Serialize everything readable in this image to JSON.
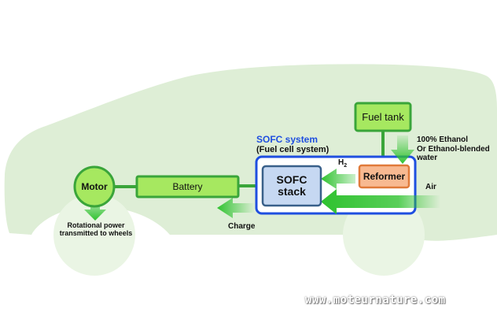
{
  "diagram": {
    "system_title": "SOFC system",
    "system_subtitle": "(Fuel cell system)",
    "fuel_tank": "Fuel tank",
    "reformer": "Reformer",
    "sofc_stack_line1": "SOFC",
    "sofc_stack_line2": "stack",
    "battery": "Battery",
    "motor": "Motor",
    "h2_label": "H",
    "h2_subscript": "2",
    "air_label": "Air",
    "fuel_note_line1": "100% Ethanol",
    "fuel_note_line2": "Or Ethanol-blended",
    "fuel_note_line3": "water",
    "charge_label": "Charge",
    "wheels_note_line1": "Rotational power",
    "wheels_note_line2": "transmitted to wheels",
    "watermark": "www.moteurnature.com"
  },
  "colors": {
    "car_body": "#deeed6",
    "car_wheel": "#eaf5e4",
    "arrow_green": "#2fc22f",
    "box_green_fill": "#a6e860",
    "box_green_stroke": "#3aa53a",
    "system_border": "#1f4fe0",
    "system_title": "#1f4fe0",
    "stack_fill": "#c6d8f2",
    "stack_stroke": "#39608a",
    "reformer_fill": "#f8b991",
    "reformer_stroke": "#e07a3a"
  }
}
